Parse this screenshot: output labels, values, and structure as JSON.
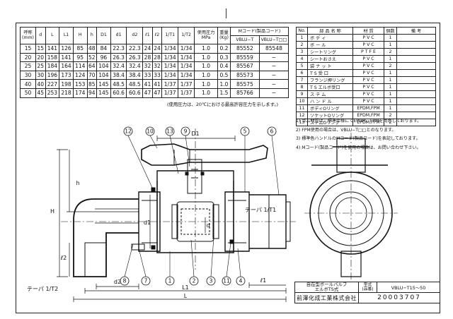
{
  "dim_table": {
    "headers": [
      "呼称\n(mm)",
      "d",
      "L",
      "L1",
      "H",
      "h",
      "D1",
      "d1",
      "d2",
      "ℓ1",
      "ℓ2",
      "1/T1",
      "1/T2",
      "使用圧力\nMPa",
      "重量\n(Kg)",
      "Mコード(製品コード)"
    ],
    "rows": [
      [
        "15",
        "15",
        "141",
        "126",
        "85",
        "48",
        "84",
        "22.3",
        "22.3",
        "24",
        "24",
        "1/34",
        "1/34",
        "1.0",
        "0.2",
        "85552",
        "85548"
      ],
      [
        "20",
        "20",
        "158",
        "141",
        "95",
        "52",
        "96",
        "26.3",
        "26.3",
        "28",
        "28",
        "1/34",
        "1/34",
        "1.0",
        "0.3",
        "85559",
        "−"
      ],
      [
        "25",
        "25",
        "184",
        "164",
        "114",
        "64",
        "104",
        "32.4",
        "32.4",
        "32",
        "32",
        "1/34",
        "1/34",
        "1.0",
        "0.4",
        "85567",
        "−"
      ],
      [
        "30",
        "30",
        "196",
        "173",
        "124",
        "70",
        "104",
        "38.4",
        "38.4",
        "33",
        "33",
        "1/34",
        "1/34",
        "1.0",
        "0.5",
        "85573",
        "−"
      ],
      [
        "40",
        "40",
        "227",
        "198",
        "153",
        "85",
        "145",
        "48.5",
        "48.5",
        "41",
        "41",
        "1/37",
        "1/37",
        "1.0",
        "1.0",
        "85575",
        "−"
      ],
      [
        "50",
        "45",
        "253",
        "218",
        "174",
        "94",
        "145",
        "60.6",
        "60.6",
        "47",
        "47",
        "1/37",
        "1/37",
        "1.0",
        "1.5",
        "85766",
        "−"
      ]
    ],
    "code_subheaders": [
      "VBLU−T",
      "VBLU−T□□"
    ],
    "note": "(使用圧力は、20℃における最高許容圧力を示します。)"
  },
  "parts_table": {
    "headers": [
      "No.",
      "部 品 名 称",
      "材 質",
      "個数",
      "備 考"
    ],
    "rows": [
      [
        "1",
        "ボ デ ィ",
        "P V C",
        "1",
        ""
      ],
      [
        "2",
        "ボ ー ル",
        "P V C",
        "1",
        ""
      ],
      [
        "3",
        "シートリング",
        "P T F E",
        "2",
        ""
      ],
      [
        "4",
        "シートおさえ",
        "P V C",
        "1",
        ""
      ],
      [
        "5",
        "袋 ナ ッ ト",
        "P V C",
        "2",
        ""
      ],
      [
        "6",
        "T S 受 口",
        "P V C",
        "1",
        ""
      ],
      [
        "7",
        "フランジ押リング",
        "P V C",
        "1",
        ""
      ],
      [
        "8",
        "T S エルボ受口",
        "P V C",
        "1",
        ""
      ],
      [
        "9",
        "ス テ ム",
        "P V C",
        "1",
        ""
      ],
      [
        "10",
        "ハ ン ド ル",
        "P V C",
        "1",
        ""
      ],
      [
        "11",
        "ボディOリング",
        "EPDM,FPM",
        "1",
        ""
      ],
      [
        "12",
        "ソケットOリング",
        "EPDM,FPM",
        "2",
        ""
      ],
      [
        "13",
        "ステムOリング",
        "EPDM,FPM",
        "2",
        ""
      ]
    ]
  },
  "notes": [
    "1)  ゴム材質は、標準仕様にてEPDM、FPMを用意しております。",
    "2)  FPM使用の場合は、VBLU−T□□とのなります。",
    "3)  標準色ハンドルのMコード(製品コード)を表記しております。",
    "4)  Mコード(製品コード)を使用の場合は、お問い合わせ下さい。"
  ],
  "title_block": {
    "product_name_1": "自在型ボールバルブ",
    "product_name_2": "エルボTS式",
    "model_label": "型式\n(品番)",
    "model": "VBLU−T15〜50",
    "company": "前澤化成工業株式会社",
    "drawing_no": "20003707"
  },
  "drawing": {
    "balloons": [
      "12",
      "10",
      "13",
      "9",
      "5",
      "6",
      "8",
      "7",
      "1",
      "2",
      "3",
      "11",
      "4"
    ],
    "dims": {
      "D1": "D1",
      "h": "h",
      "H": "H",
      "l2": "ℓ2",
      "d1": "d1",
      "d": "d",
      "l1": "ℓ1",
      "d2": "d2",
      "L1": "L1",
      "L": "L",
      "taper1": "テーパ 1/T1",
      "taper2": "テーパ 1/T2"
    }
  }
}
